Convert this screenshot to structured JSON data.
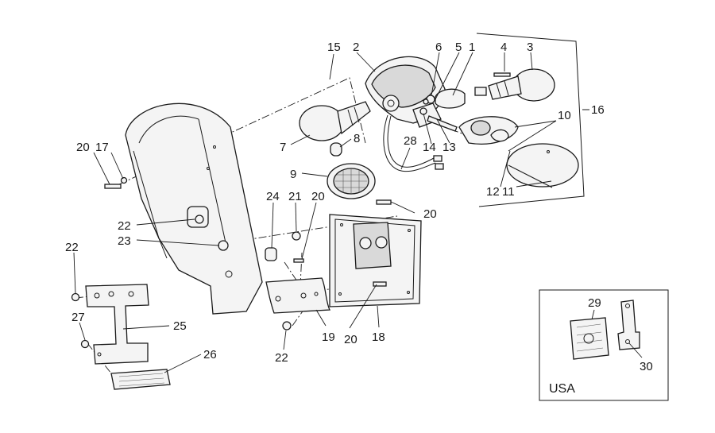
{
  "diagram": {
    "callouts": [
      {
        "id": "c15",
        "text": "15"
      },
      {
        "id": "c2",
        "text": "2"
      },
      {
        "id": "c6",
        "text": "6"
      },
      {
        "id": "c5",
        "text": "5"
      },
      {
        "id": "c1",
        "text": "1"
      },
      {
        "id": "c4",
        "text": "4"
      },
      {
        "id": "c3",
        "text": "3"
      },
      {
        "id": "c10",
        "text": "10"
      },
      {
        "id": "c16",
        "text": "16"
      },
      {
        "id": "c7",
        "text": "7"
      },
      {
        "id": "c8",
        "text": "8"
      },
      {
        "id": "c28",
        "text": "28"
      },
      {
        "id": "c14",
        "text": "14"
      },
      {
        "id": "c13",
        "text": "13"
      },
      {
        "id": "c20a",
        "text": "20"
      },
      {
        "id": "c17",
        "text": "17"
      },
      {
        "id": "c9",
        "text": "9"
      },
      {
        "id": "c12",
        "text": "12"
      },
      {
        "id": "c11",
        "text": "11"
      },
      {
        "id": "c24",
        "text": "24"
      },
      {
        "id": "c21",
        "text": "21"
      },
      {
        "id": "c20b",
        "text": "20"
      },
      {
        "id": "c20c",
        "text": "20"
      },
      {
        "id": "c22a",
        "text": "22"
      },
      {
        "id": "c23",
        "text": "23"
      },
      {
        "id": "c22b",
        "text": "22"
      },
      {
        "id": "c27",
        "text": "27"
      },
      {
        "id": "c25",
        "text": "25"
      },
      {
        "id": "c26",
        "text": "26"
      },
      {
        "id": "c19",
        "text": "19"
      },
      {
        "id": "c20d",
        "text": "20"
      },
      {
        "id": "c18",
        "text": "18"
      },
      {
        "id": "c22c",
        "text": "22"
      },
      {
        "id": "c29",
        "text": "29"
      },
      {
        "id": "c30",
        "text": "30"
      }
    ],
    "inset_label": "USA"
  }
}
